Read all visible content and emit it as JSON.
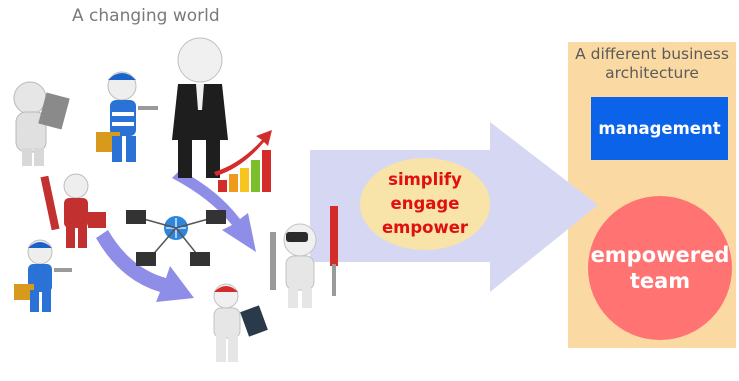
{
  "left_section": {
    "title": "A changing world"
  },
  "center": {
    "verbs": [
      "simplify",
      "engage",
      "empower"
    ]
  },
  "right_panel": {
    "title_line1": "A different business",
    "title_line2": "architecture",
    "management_label": "management",
    "team_line1": "empowered",
    "team_line2": "team"
  },
  "colors": {
    "panel_background": "#fbd9a3",
    "management_blue": "#0a63e8",
    "team_red": "#ff7373",
    "big_arrow": "#d6d8f3",
    "curved_arrows": "#8e8ee8",
    "verbs_text": "#e01010",
    "verbs_ellipse": "#f8e3a8"
  },
  "icons": [
    "clipboard-figure-icon",
    "worker-figure-icon",
    "businessman-figure-icon",
    "growth-chart-icon",
    "pipe-wrench-figure-icon",
    "network-computers-icon",
    "mechanic-figure-icon",
    "tools-figure-icon",
    "tablet-figure-icon"
  ]
}
